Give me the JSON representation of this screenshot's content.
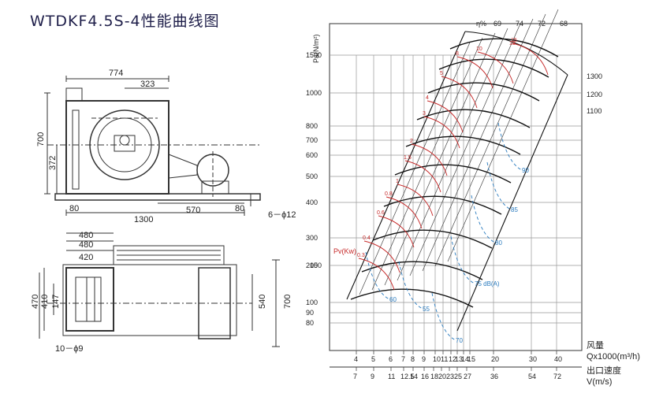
{
  "title": "WTDKF4.5S-4性能曲线图",
  "drawing": {
    "front_view": {
      "dims": [
        "774",
        "323",
        "700",
        "372",
        "80",
        "1300",
        "570",
        "80",
        "6－ϕ12"
      ]
    },
    "top_view": {
      "dims": [
        "480",
        "480",
        "420",
        "470",
        "410",
        "147",
        "540",
        "700",
        "10－ϕ9"
      ]
    }
  },
  "chart": {
    "y_axis_label": "Pa(N/m²)",
    "y_ticks": [
      "1500",
      "1000",
      "800",
      "700",
      "600",
      "500",
      "400",
      "300",
      "200",
      "150",
      "100",
      "90",
      "80"
    ],
    "efficiency_label": "η%",
    "efficiency_values": [
      "69",
      "74",
      "72",
      "68"
    ],
    "speed_labels": [
      "1300",
      "1200",
      "1100"
    ],
    "power_axis_label": "Pv(Kw)",
    "power_values": [
      "18",
      "15",
      "10",
      "8",
      "5",
      "4",
      "3",
      "2",
      "1.5",
      "1",
      "0.8",
      "0.6",
      "0.4",
      "0.3"
    ],
    "noise_values": [
      "90",
      "85",
      "80",
      "75 dB(A)",
      "60",
      "55",
      "70"
    ],
    "x_label_line1": "风量",
    "x_label_line2": "Qx1000(m³/h)",
    "x_ticks_top": [
      "4",
      "5",
      "6",
      "7",
      "8",
      "9",
      "10",
      "11",
      "12",
      "13",
      "14",
      "15",
      "20",
      "30",
      "40"
    ],
    "v_label_line1": "出口速度",
    "v_label_line2": "V(m/s)",
    "x_ticks_bottom": [
      "7",
      "9",
      "11",
      "12.5",
      "14",
      "16",
      "18",
      "20",
      "23",
      "25",
      "27",
      "36",
      "54",
      "72"
    ]
  }
}
